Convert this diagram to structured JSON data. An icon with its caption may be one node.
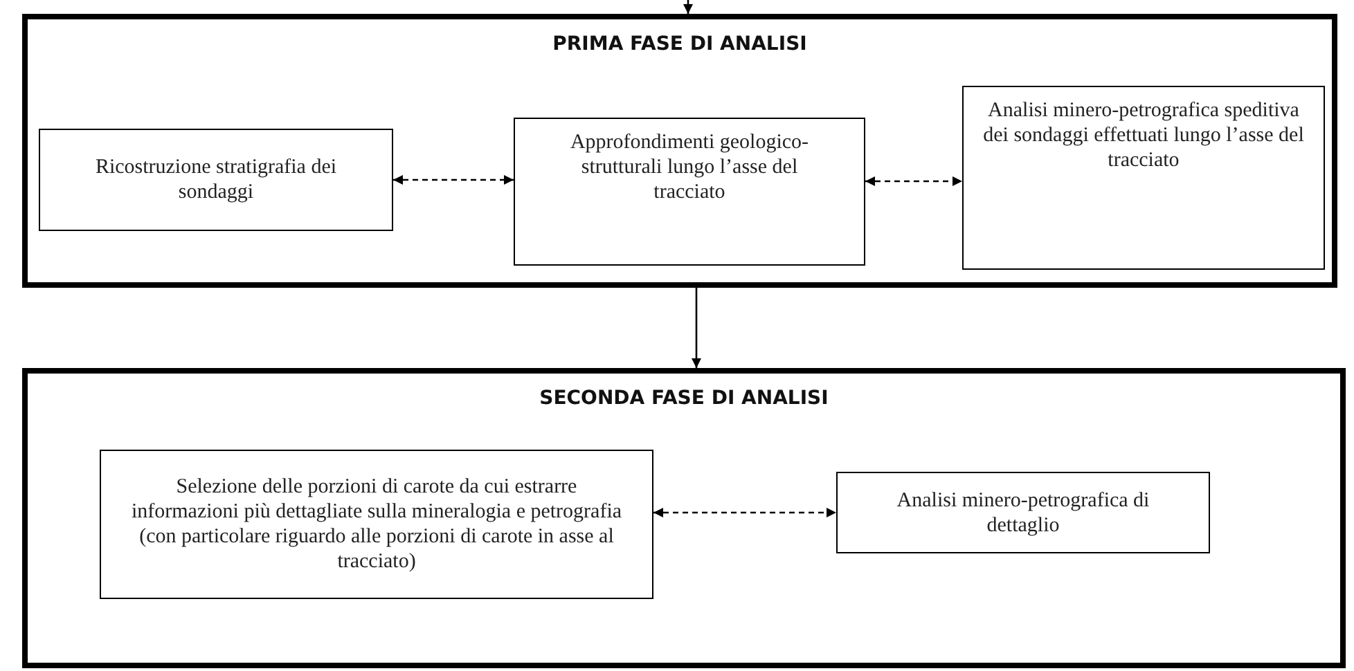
{
  "diagram": {
    "nodes": [
      {
        "text": [
          "PRIMA FASE DI ANALISI"
        ]
      },
      {
        "text": [
          "Ricostruzione stratigrafia dei sondaggi"
        ],
        "in": 0
      },
      {
        "text": [
          "Approfondimenti geologico-strutturali lungo l’asse del tracciato"
        ],
        "in": 0
      },
      {
        "text": [
          "Analisi minero-petrografica speditiva dei sondaggi effettuati lungo l’asse del tracciato"
        ],
        "in": 0
      },
      {
        "text": [
          "SECONDA FASE DI ANALISI"
        ]
      },
      {
        "text": [
          "Selezione delle porzioni di carote da cui estrarre informazioni più dettagliate sulla mineralogia e petrografia",
          "(con particolare riguardo alle porzioni di carote in asse al tracciato)"
        ],
        "in": 4
      },
      {
        "text": [
          "Analisi minero-petrografica di dettaglio"
        ],
        "in": 4
      }
    ],
    "edges": [
      {
        "from": null,
        "to": 0,
        "arrow": "to"
      },
      {
        "from": 1,
        "to": 2,
        "arrow": "both",
        "style": "dashed"
      },
      {
        "from": 2,
        "to": 3,
        "arrow": "both",
        "style": "dashed"
      },
      {
        "from": 0,
        "to": 4,
        "arrow": "to"
      },
      {
        "from": 5,
        "to": 6,
        "arrow": "both",
        "style": "dashed"
      }
    ]
  }
}
